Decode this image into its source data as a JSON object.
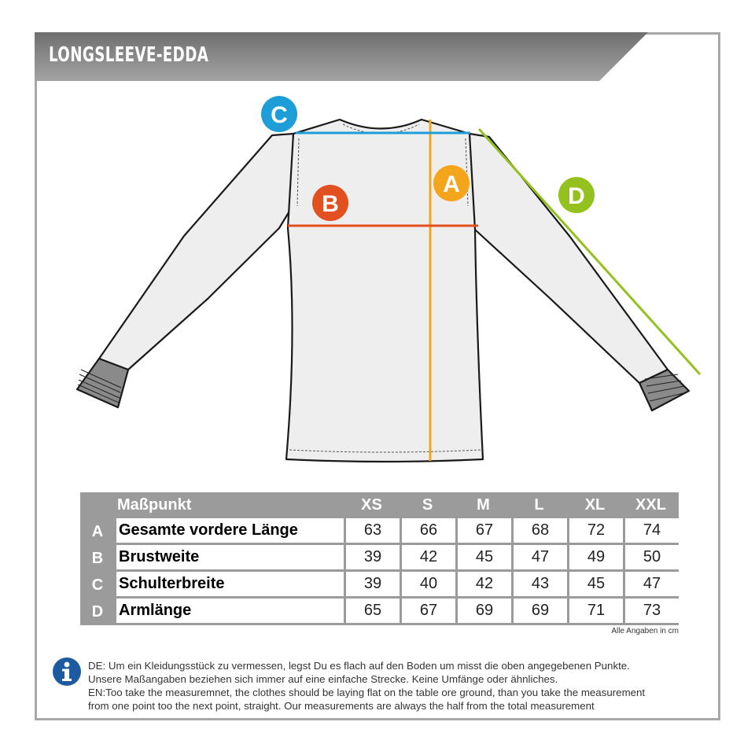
{
  "title": "LONGSLEEVE-EDDA",
  "colors": {
    "banner_gradient_top": "#777777",
    "banner_gradient_bottom": "#9a9a9a",
    "frame": "#a8a8a8",
    "measure_a": "#f4a51c",
    "measure_b": "#e3501f",
    "measure_c": "#1e9ed8",
    "measure_d": "#95c11f",
    "shirt_fill": "#eeeeee",
    "info_icon": "#1e5aa0"
  },
  "measurement_labels": {
    "a": "A",
    "b": "B",
    "c": "C",
    "d": "D"
  },
  "table": {
    "header": {
      "label": "Maßpunkt",
      "sizes": [
        "XS",
        "S",
        "M",
        "L",
        "XL",
        "XXL"
      ]
    },
    "rows": [
      {
        "key": "A",
        "name": "Gesamte vordere Länge",
        "values": [
          "63",
          "66",
          "67",
          "68",
          "72",
          "74"
        ]
      },
      {
        "key": "B",
        "name": "Brustweite",
        "values": [
          "39",
          "42",
          "45",
          "47",
          "49",
          "50"
        ]
      },
      {
        "key": "C",
        "name": "Schulterbreite",
        "values": [
          "39",
          "40",
          "42",
          "43",
          "45",
          "47"
        ]
      },
      {
        "key": "D",
        "name": "Armlänge",
        "values": [
          "65",
          "67",
          "69",
          "69",
          "71",
          "73"
        ]
      }
    ],
    "note": "Alle Angaben in cm"
  },
  "info": {
    "icon": "info-icon",
    "lines": [
      "DE: Um ein Kleidungsstück zu vermessen, legst Du es flach auf den Boden um misst die oben angegebenen Punkte.",
      "Unsere Maßangaben beziehen sich immer auf eine einfache Strecke. Keine Umfänge oder ähnliches.",
      "EN:Too take the measuremnet, the clothes should be laying flat on the table ore ground, than you take the measurement",
      "from one point too the next point, straight. Our measurements are always the half from the total measurement"
    ]
  }
}
